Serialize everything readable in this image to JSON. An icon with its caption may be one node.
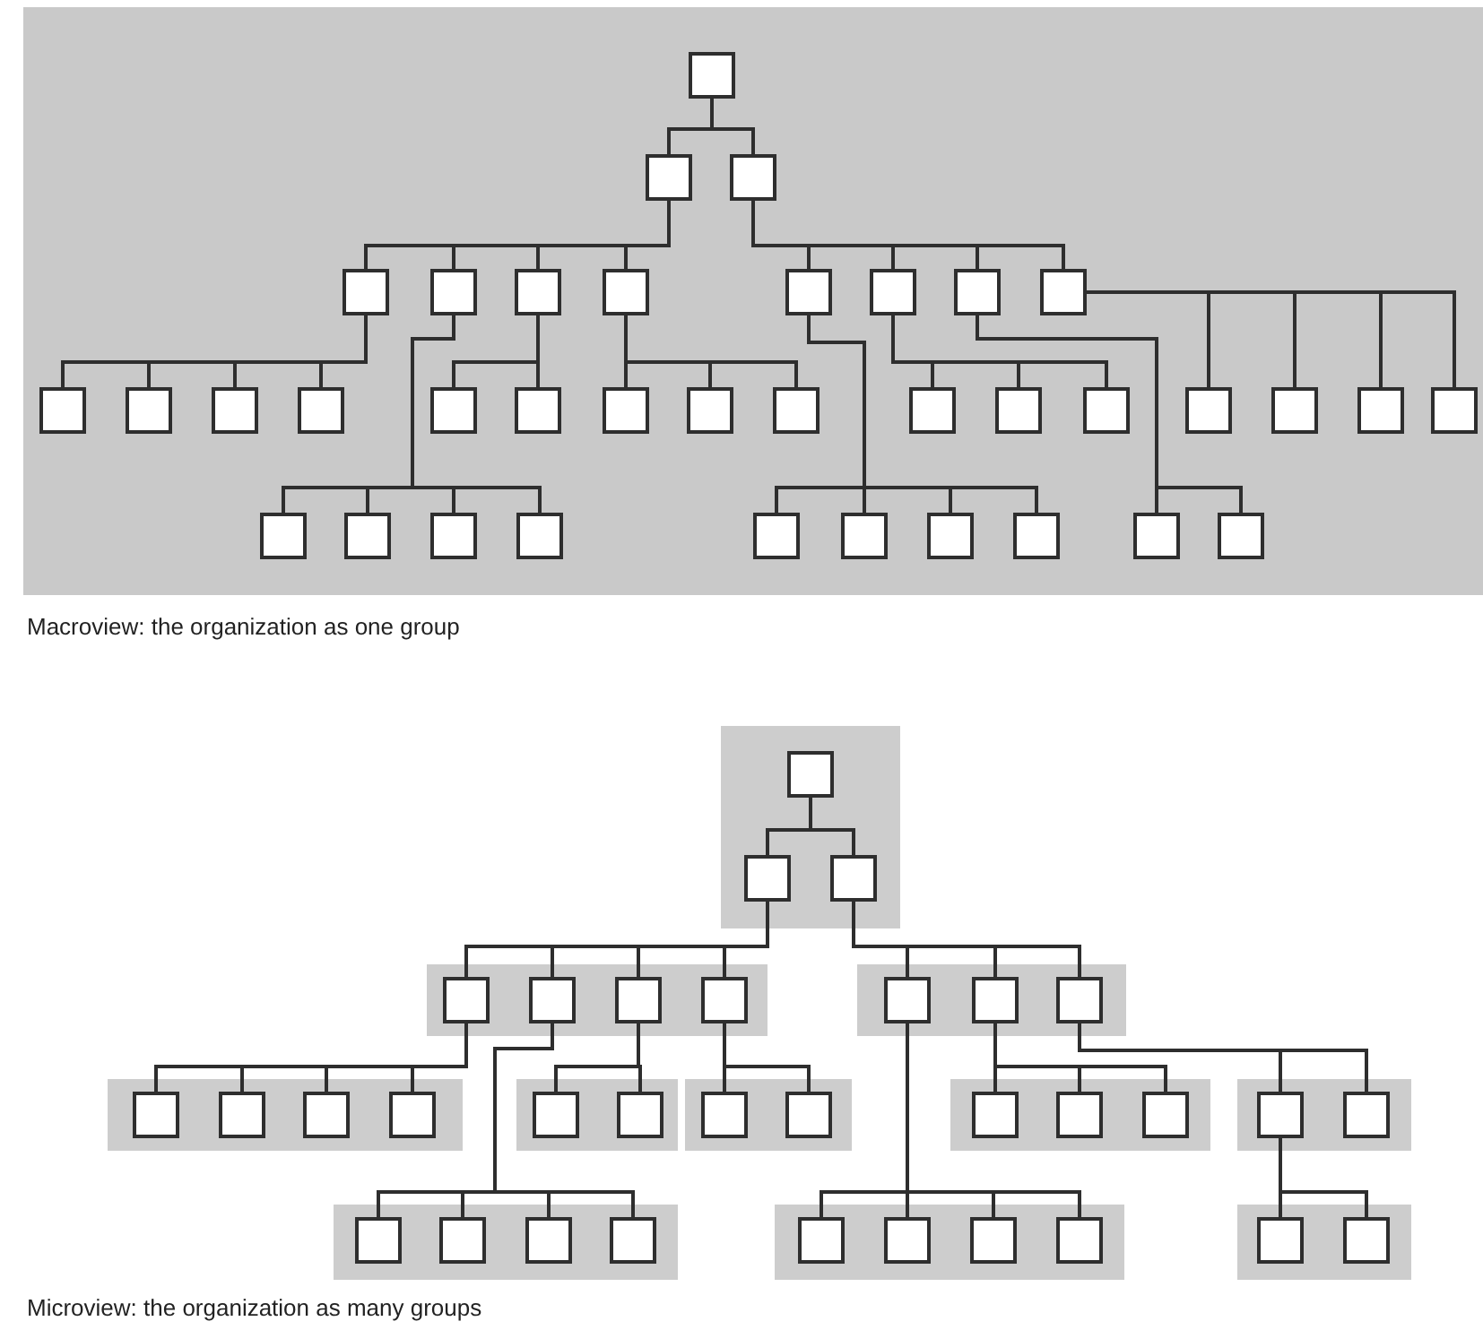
{
  "diagram": {
    "nodes": [
      {
        "text": [],
        "shape": "band"
      },
      {
        "text": [],
        "shape": "box",
        "in": 0
      },
      {
        "text": [],
        "shape": "box",
        "in": 0
      },
      {
        "text": [],
        "shape": "box",
        "in": 0
      },
      {
        "text": [],
        "shape": "box",
        "in": 0
      },
      {
        "text": [],
        "shape": "box",
        "in": 0
      },
      {
        "text": [],
        "shape": "box",
        "in": 0
      },
      {
        "text": [],
        "shape": "box",
        "in": 0
      },
      {
        "text": [],
        "shape": "box",
        "in": 0
      },
      {
        "text": [],
        "shape": "box",
        "in": 0
      },
      {
        "text": [],
        "shape": "box",
        "in": 0
      },
      {
        "text": [],
        "shape": "box",
        "in": 0
      },
      {
        "text": [],
        "shape": "box",
        "in": 0
      },
      {
        "text": [],
        "shape": "box",
        "in": 0
      },
      {
        "text": [],
        "shape": "box",
        "in": 0
      },
      {
        "text": [],
        "shape": "box",
        "in": 0
      },
      {
        "text": [],
        "shape": "box",
        "in": 0
      },
      {
        "text": [],
        "shape": "box",
        "in": 0
      },
      {
        "text": [],
        "shape": "box",
        "in": 0
      },
      {
        "text": [],
        "shape": "box",
        "in": 0
      },
      {
        "text": [],
        "shape": "box",
        "in": 0
      },
      {
        "text": [],
        "shape": "box",
        "in": 0
      },
      {
        "text": [],
        "shape": "box",
        "in": 0
      },
      {
        "text": [],
        "shape": "box",
        "in": 0
      },
      {
        "text": [],
        "shape": "box",
        "in": 0
      },
      {
        "text": [],
        "shape": "box",
        "in": 0
      },
      {
        "text": [],
        "shape": "box",
        "in": 0
      },
      {
        "text": [],
        "shape": "box",
        "in": 0
      },
      {
        "text": [],
        "shape": "box",
        "in": 0
      },
      {
        "text": [],
        "shape": "box",
        "in": 0
      },
      {
        "text": [],
        "shape": "box",
        "in": 0
      },
      {
        "text": [],
        "shape": "box",
        "in": 0
      },
      {
        "text": [],
        "shape": "box",
        "in": 0
      },
      {
        "text": [],
        "shape": "box",
        "in": 0
      },
      {
        "text": [],
        "shape": "box",
        "in": 0
      },
      {
        "text": [],
        "shape": "box",
        "in": 0
      },
      {
        "text": [],
        "shape": "box",
        "in": 0
      },
      {
        "text": [],
        "shape": "box",
        "in": 0
      },
      {
        "text": [],
        "shape": "band"
      },
      {
        "text": [],
        "shape": "box",
        "in": 38
      },
      {
        "text": [],
        "shape": "box",
        "in": 38
      },
      {
        "text": [],
        "shape": "box",
        "in": 38
      },
      {
        "text": [],
        "shape": "band"
      },
      {
        "text": [],
        "shape": "box",
        "in": 42
      },
      {
        "text": [],
        "shape": "box",
        "in": 42
      },
      {
        "text": [],
        "shape": "box",
        "in": 42
      },
      {
        "text": [],
        "shape": "box",
        "in": 42
      },
      {
        "text": [],
        "shape": "band"
      },
      {
        "text": [],
        "shape": "box",
        "in": 47
      },
      {
        "text": [],
        "shape": "box",
        "in": 47
      },
      {
        "text": [],
        "shape": "box",
        "in": 47
      },
      {
        "text": [],
        "shape": "band"
      },
      {
        "text": [],
        "shape": "box",
        "in": 51
      },
      {
        "text": [],
        "shape": "box",
        "in": 51
      },
      {
        "text": [],
        "shape": "box",
        "in": 51
      },
      {
        "text": [],
        "shape": "box",
        "in": 51
      },
      {
        "text": [],
        "shape": "band"
      },
      {
        "text": [],
        "shape": "box",
        "in": 56
      },
      {
        "text": [],
        "shape": "box",
        "in": 56
      },
      {
        "text": [],
        "shape": "band"
      },
      {
        "text": [],
        "shape": "box",
        "in": 59
      },
      {
        "text": [],
        "shape": "box",
        "in": 59
      },
      {
        "text": [],
        "shape": "band"
      },
      {
        "text": [],
        "shape": "box",
        "in": 62
      },
      {
        "text": [],
        "shape": "box",
        "in": 62
      },
      {
        "text": [],
        "shape": "box",
        "in": 62
      },
      {
        "text": [],
        "shape": "band"
      },
      {
        "text": [],
        "shape": "box",
        "in": 66
      },
      {
        "text": [],
        "shape": "box",
        "in": 66
      },
      {
        "text": [],
        "shape": "band"
      },
      {
        "text": [],
        "shape": "box",
        "in": 69
      },
      {
        "text": [],
        "shape": "box",
        "in": 69
      },
      {
        "text": [],
        "shape": "box",
        "in": 69
      },
      {
        "text": [],
        "shape": "box",
        "in": 69
      },
      {
        "text": [],
        "shape": "band"
      },
      {
        "text": [],
        "shape": "box",
        "in": 74
      },
      {
        "text": [],
        "shape": "box",
        "in": 74
      },
      {
        "text": [],
        "shape": "box",
        "in": 74
      },
      {
        "text": [],
        "shape": "box",
        "in": 74
      },
      {
        "text": [],
        "shape": "band"
      },
      {
        "text": [],
        "shape": "box",
        "in": 79
      },
      {
        "text": [],
        "shape": "box",
        "in": 79
      }
    ],
    "edges": [
      {
        "from": 1,
        "to": 2,
        "arrow": "none"
      },
      {
        "from": 1,
        "to": 3,
        "arrow": "none"
      },
      {
        "from": 2,
        "to": 4,
        "arrow": "none"
      },
      {
        "from": 2,
        "to": 5,
        "arrow": "none"
      },
      {
        "from": 2,
        "to": 6,
        "arrow": "none"
      },
      {
        "from": 2,
        "to": 7,
        "arrow": "none"
      },
      {
        "from": 3,
        "to": 8,
        "arrow": "none"
      },
      {
        "from": 3,
        "to": 9,
        "arrow": "none"
      },
      {
        "from": 3,
        "to": 10,
        "arrow": "none"
      },
      {
        "from": 3,
        "to": 11,
        "arrow": "none"
      },
      {
        "from": 4,
        "to": 12,
        "arrow": "none"
      },
      {
        "from": 4,
        "to": 13,
        "arrow": "none"
      },
      {
        "from": 4,
        "to": 14,
        "arrow": "none"
      },
      {
        "from": 4,
        "to": 15,
        "arrow": "none"
      },
      {
        "from": 5,
        "to": 28,
        "arrow": "none"
      },
      {
        "from": 5,
        "to": 29,
        "arrow": "none"
      },
      {
        "from": 5,
        "to": 30,
        "arrow": "none"
      },
      {
        "from": 5,
        "to": 31,
        "arrow": "none"
      },
      {
        "from": 6,
        "to": 16,
        "arrow": "none"
      },
      {
        "from": 6,
        "to": 17,
        "arrow": "none"
      },
      {
        "from": 7,
        "to": 18,
        "arrow": "none"
      },
      {
        "from": 7,
        "to": 19,
        "arrow": "none"
      },
      {
        "from": 7,
        "to": 20,
        "arrow": "none"
      },
      {
        "from": 8,
        "to": 32,
        "arrow": "none"
      },
      {
        "from": 8,
        "to": 33,
        "arrow": "none"
      },
      {
        "from": 8,
        "to": 34,
        "arrow": "none"
      },
      {
        "from": 8,
        "to": 35,
        "arrow": "none"
      },
      {
        "from": 9,
        "to": 21,
        "arrow": "none"
      },
      {
        "from": 9,
        "to": 22,
        "arrow": "none"
      },
      {
        "from": 9,
        "to": 23,
        "arrow": "none"
      },
      {
        "from": 10,
        "to": 36,
        "arrow": "none"
      },
      {
        "from": 10,
        "to": 37,
        "arrow": "none"
      },
      {
        "from": 11,
        "to": 24,
        "arrow": "none"
      },
      {
        "from": 11,
        "to": 25,
        "arrow": "none"
      },
      {
        "from": 11,
        "to": 26,
        "arrow": "none"
      },
      {
        "from": 11,
        "to": 27,
        "arrow": "none"
      },
      {
        "from": 39,
        "to": 40,
        "arrow": "none"
      },
      {
        "from": 39,
        "to": 41,
        "arrow": "none"
      },
      {
        "from": 40,
        "to": 43,
        "arrow": "none"
      },
      {
        "from": 40,
        "to": 44,
        "arrow": "none"
      },
      {
        "from": 40,
        "to": 45,
        "arrow": "none"
      },
      {
        "from": 40,
        "to": 46,
        "arrow": "none"
      },
      {
        "from": 41,
        "to": 48,
        "arrow": "none"
      },
      {
        "from": 41,
        "to": 49,
        "arrow": "none"
      },
      {
        "from": 41,
        "to": 50,
        "arrow": "none"
      },
      {
        "from": 43,
        "to": 52,
        "arrow": "none"
      },
      {
        "from": 43,
        "to": 53,
        "arrow": "none"
      },
      {
        "from": 43,
        "to": 54,
        "arrow": "none"
      },
      {
        "from": 43,
        "to": 55,
        "arrow": "none"
      },
      {
        "from": 44,
        "to": 70,
        "arrow": "none"
      },
      {
        "from": 44,
        "to": 71,
        "arrow": "none"
      },
      {
        "from": 44,
        "to": 72,
        "arrow": "none"
      },
      {
        "from": 44,
        "to": 73,
        "arrow": "none"
      },
      {
        "from": 45,
        "to": 57,
        "arrow": "none"
      },
      {
        "from": 45,
        "to": 58,
        "arrow": "none"
      },
      {
        "from": 46,
        "to": 60,
        "arrow": "none"
      },
      {
        "from": 46,
        "to": 61,
        "arrow": "none"
      },
      {
        "from": 48,
        "to": 75,
        "arrow": "none"
      },
      {
        "from": 48,
        "to": 76,
        "arrow": "none"
      },
      {
        "from": 48,
        "to": 77,
        "arrow": "none"
      },
      {
        "from": 48,
        "to": 78,
        "arrow": "none"
      },
      {
        "from": 49,
        "to": 63,
        "arrow": "none"
      },
      {
        "from": 49,
        "to": 64,
        "arrow": "none"
      },
      {
        "from": 49,
        "to": 65,
        "arrow": "none"
      },
      {
        "from": 50,
        "to": 67,
        "arrow": "none"
      },
      {
        "from": 50,
        "to": 68,
        "arrow": "none"
      },
      {
        "from": 67,
        "to": 80,
        "arrow": "none"
      },
      {
        "from": 67,
        "to": 81,
        "arrow": "none"
      }
    ],
    "labels": [
      "Macroview: the organization as one group",
      "Microview: the organization as many groups"
    ]
  }
}
